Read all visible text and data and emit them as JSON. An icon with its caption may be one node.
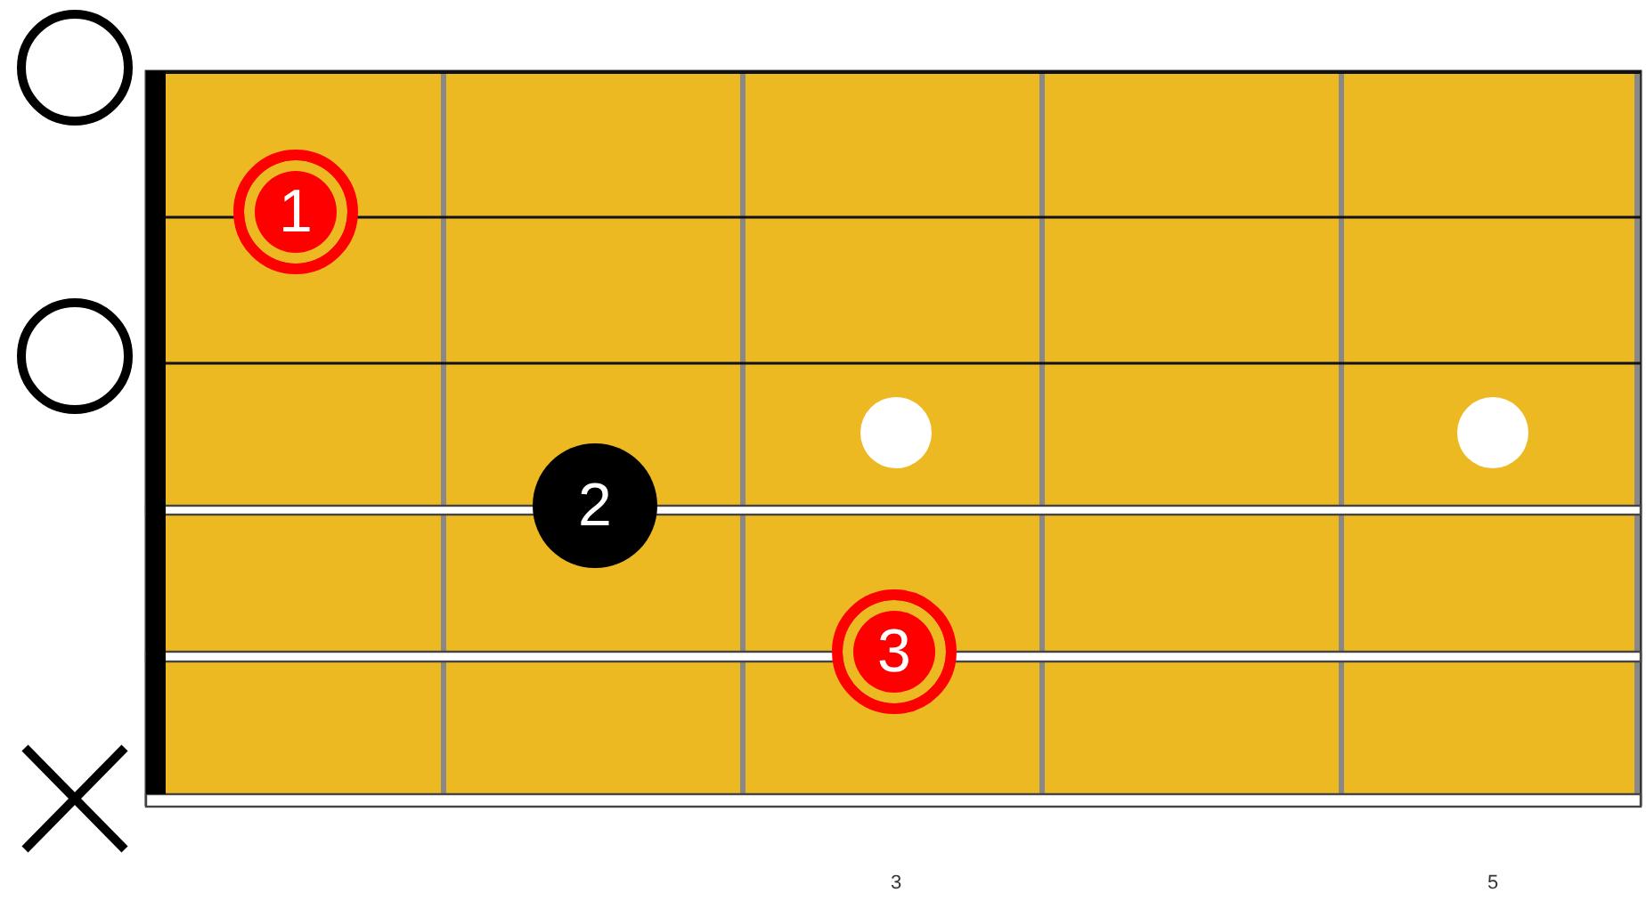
{
  "diagram": {
    "nodes": [
      {
        "text": [
          "1"
        ]
      },
      {
        "text": [
          "2"
        ]
      },
      {
        "text": [
          "3"
        ]
      }
    ],
    "labels": [
      "3",
      "5"
    ]
  }
}
